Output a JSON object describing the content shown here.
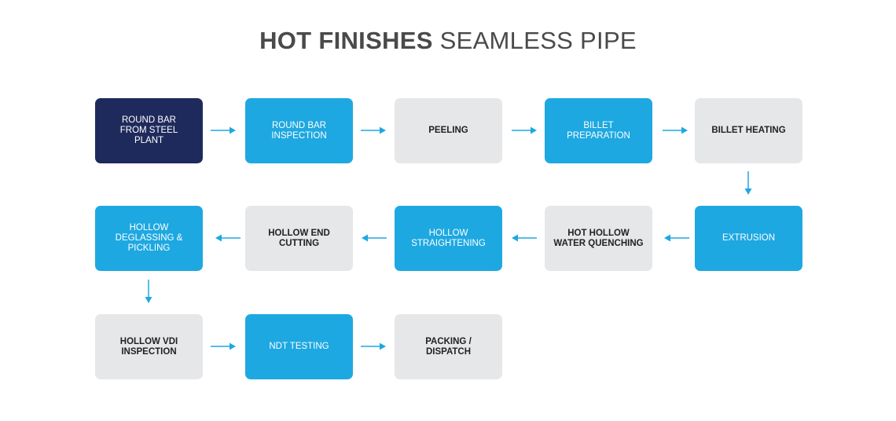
{
  "title": {
    "bold": "HOT FINISHES",
    "light": "SEAMLESS PIPE"
  },
  "colors": {
    "navy": "#1f2a5c",
    "blue": "#1ea8e1",
    "grey": "#e6e7e8",
    "arrow": "#1ea8e1",
    "title": "#4a4a4a"
  },
  "steps": [
    {
      "label": "ROUND BAR\nFROM STEEL\nPLANT",
      "style": "navy"
    },
    {
      "label": "ROUND BAR\nINSPECTION",
      "style": "blue"
    },
    {
      "label": "PEELING",
      "style": "grey"
    },
    {
      "label": "BILLET\nPREPARATION",
      "style": "blue"
    },
    {
      "label": "BILLET HEATING",
      "style": "grey"
    },
    {
      "label": "EXTRUSION",
      "style": "blue"
    },
    {
      "label": "HOT HOLLOW\nWATER QUENCHING",
      "style": "grey"
    },
    {
      "label": "HOLLOW\nSTRAIGHTENING",
      "style": "blue"
    },
    {
      "label": "HOLLOW END\nCUTTING",
      "style": "grey"
    },
    {
      "label": "HOLLOW\nDEGLASSING &\nPICKLING",
      "style": "blue"
    },
    {
      "label": "HOLLOW VDI\nINSPECTION",
      "style": "grey"
    },
    {
      "label": "NDT TESTING",
      "style": "blue"
    },
    {
      "label": "PACKING / DISPATCH",
      "style": "grey"
    }
  ]
}
